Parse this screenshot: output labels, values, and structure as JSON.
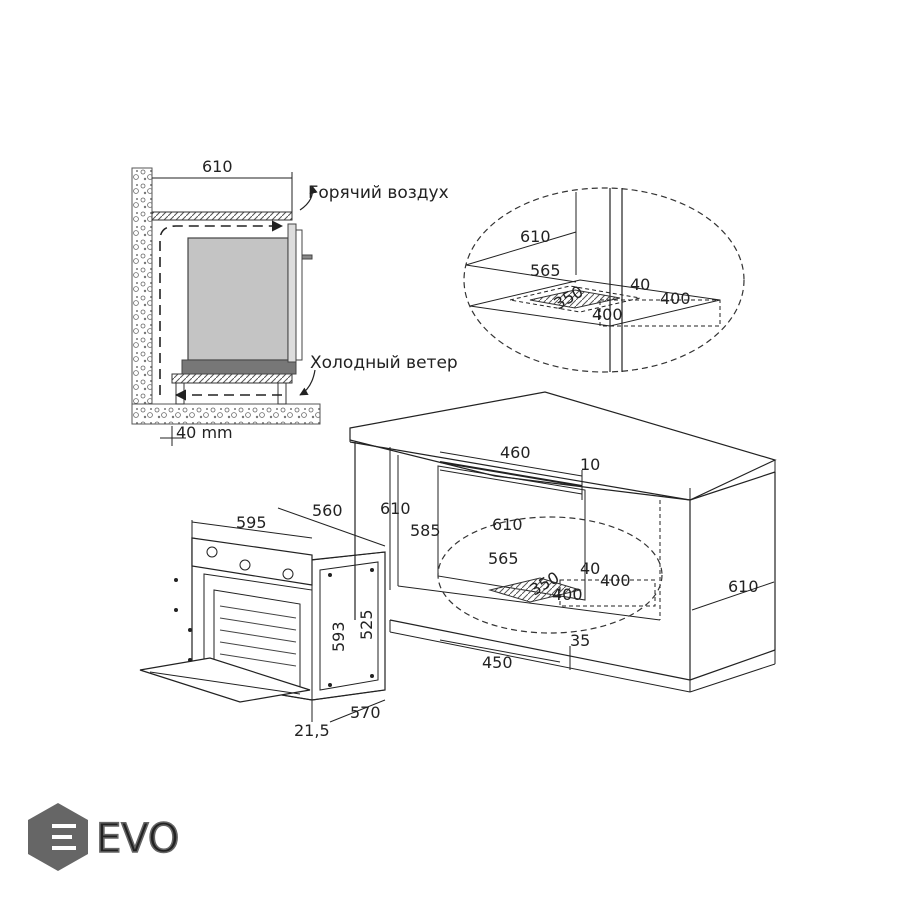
{
  "labels": {
    "hot_air": "Горячий воздух",
    "cold_air": "Холодный ветер",
    "gap": "40 mm"
  },
  "dims": {
    "side_top_610": "610",
    "det_610": "610",
    "det_565": "565",
    "det_40": "40",
    "det_400a": "400",
    "det_350": "350",
    "det_400b": "400",
    "cab_460": "460",
    "cab_10": "10",
    "cab_610_h": "610",
    "cab_585": "585",
    "cab_610_in": "610",
    "cab_565": "565",
    "cab_40": "40",
    "cab_400a": "400",
    "cab_350": "350",
    "cab_400b": "400",
    "cab_610_right": "610",
    "cab_35": "35",
    "cab_450": "450",
    "oven_595": "595",
    "oven_560": "560",
    "oven_593": "593",
    "oven_525": "525",
    "oven_21_5": "21,5",
    "oven_570": "570"
  },
  "logo": {
    "text": "EVO"
  }
}
